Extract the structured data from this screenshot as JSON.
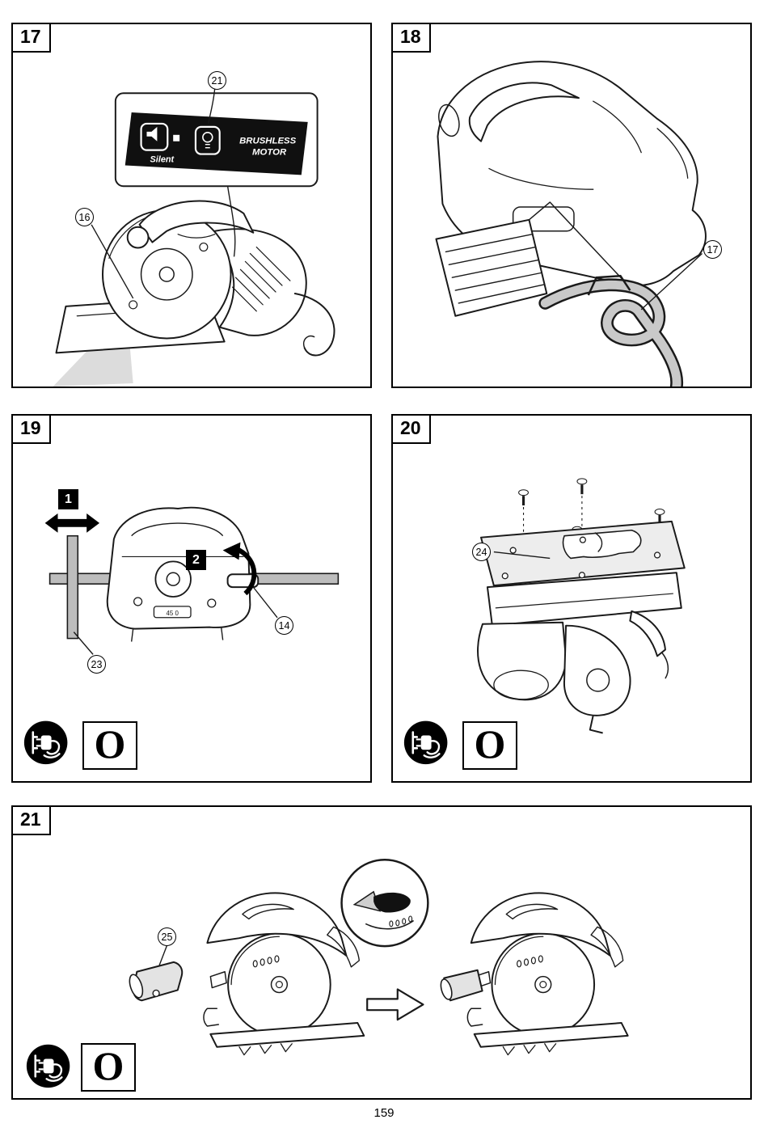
{
  "page_number": "159",
  "symbols": {
    "oil": "O"
  },
  "icons": {
    "unplug": "power-plug-disconnect-icon",
    "magnifier": "detail-zoom-circle",
    "arrow_next": "proceed-arrow"
  },
  "colors": {
    "line": "#1a1a1a",
    "metal_gray": "#bdbdbd",
    "light_beam": "#dcdcdc",
    "plate_gray": "#ededed"
  },
  "panels": {
    "p17": {
      "label": "17",
      "callouts": {
        "c21": "21",
        "c16": "16"
      },
      "inset": {
        "silent": "Silent",
        "brushless_line1": "BRUSHLESS",
        "brushless_line2": "MOTOR"
      }
    },
    "p18": {
      "label": "18",
      "callouts": {
        "c17": "17"
      }
    },
    "p19": {
      "label": "19",
      "steps": {
        "s1": "1",
        "s2": "2"
      },
      "callouts": {
        "c14": "14",
        "c23": "23"
      },
      "bevel_scale": "45 0"
    },
    "p20": {
      "label": "20",
      "callouts": {
        "c24": "24"
      }
    },
    "p21": {
      "label": "21",
      "callouts": {
        "c25": "25"
      }
    }
  }
}
